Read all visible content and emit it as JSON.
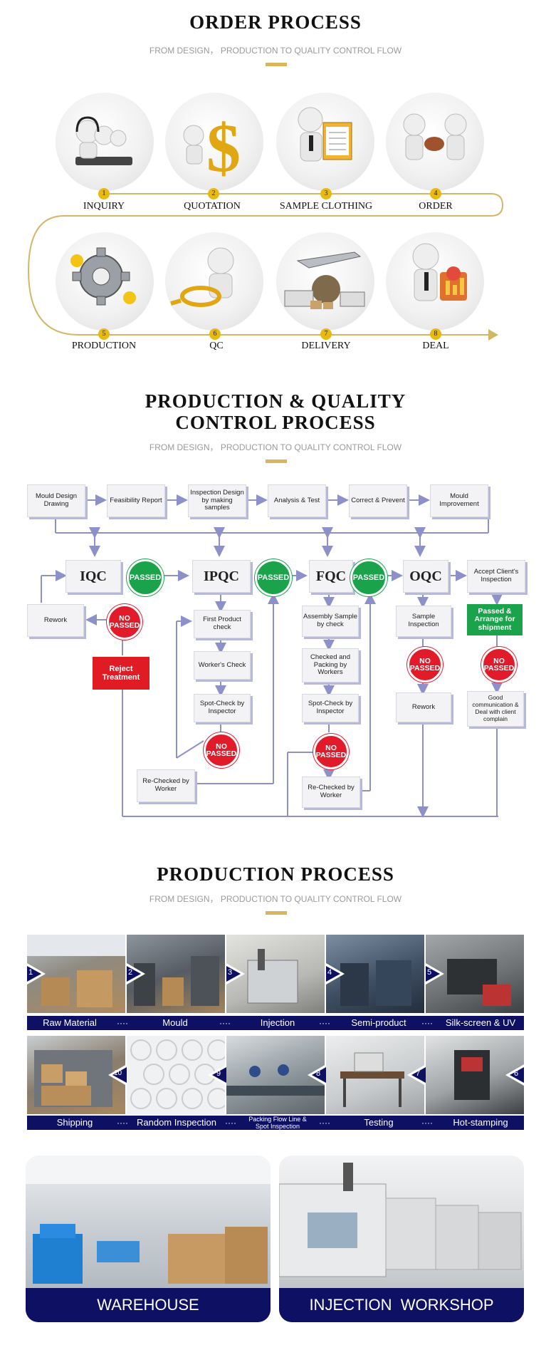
{
  "order": {
    "title": "ORDER PROCESS",
    "subtitle": "FROM DESIGN， PRODUCTION TO QUALITY CONTROL FLOW",
    "steps": [
      {
        "num": "1",
        "label": "INQUIRY",
        "icon": "customer-service-icon"
      },
      {
        "num": "2",
        "label": "QUOTATION",
        "icon": "dollar-icon"
      },
      {
        "num": "3",
        "label": "SAMPLE CLOTHING",
        "icon": "checklist-icon"
      },
      {
        "num": "4",
        "label": "ORDER",
        "icon": "stamp-icon"
      },
      {
        "num": "5",
        "label": "PRODUCTION",
        "icon": "gear-icon"
      },
      {
        "num": "6",
        "label": "QC",
        "icon": "magnifier-icon"
      },
      {
        "num": "7",
        "label": "DELIVERY",
        "icon": "plane-truck-icon"
      },
      {
        "num": "8",
        "label": "DEAL",
        "icon": "target-icon"
      }
    ]
  },
  "qc": {
    "title_line1": "PRODUCTION & QUALITY",
    "title_line2": "CONTROL PROCESS",
    "subtitle": "FROM DESIGN， PRODUCTION TO QUALITY CONTROL FLOW",
    "top_row": [
      "Mould Design Drawing",
      "Feasibility Report",
      "Inspection Design by making samples",
      "Analysis & Test",
      "Correct & Prevent",
      "Mould Improvement"
    ],
    "stages": [
      "IQC",
      "IPQC",
      "FQC",
      "OQC"
    ],
    "accept": "Accept Client's Inspection",
    "passed": "PASSED",
    "no_passed": "NO PASSED",
    "rework": "Rework",
    "reject": "Reject Treatment",
    "ipqc_steps": [
      "First Product check",
      "Worker's Check",
      "Spot-Check by Inspector"
    ],
    "fqc_steps": [
      "Assembly Sample by check",
      "Checked and Packing by Workers",
      "Spot-Check by Inspector"
    ],
    "oqc_steps": [
      "Sample Inspection",
      "Rework"
    ],
    "shipment": "Passed & Arrange for shipment",
    "good_comm": "Good communication & Deal with client complain",
    "rechecked": "Re-Checked by Worker"
  },
  "production": {
    "title": "PRODUCTION PROCESS",
    "subtitle": "FROM DESIGN， PRODUCTION TO QUALITY CONTROL FLOW",
    "row1": [
      {
        "num": "1",
        "label": "Raw Material"
      },
      {
        "num": "2",
        "label": "Mould"
      },
      {
        "num": "3",
        "label": "Injection"
      },
      {
        "num": "4",
        "label": "Semi-product"
      },
      {
        "num": "5",
        "label": "Silk-screen & UV"
      }
    ],
    "row2": [
      {
        "num": "10",
        "label": "Shipping"
      },
      {
        "num": "9",
        "label": "Random Inspection"
      },
      {
        "num": "8",
        "label": "Packing Flow Line & Spot Inspection"
      },
      {
        "num": "7",
        "label": "Testing"
      },
      {
        "num": "6",
        "label": "Hot-stamping"
      }
    ],
    "divider": "····"
  },
  "facilities": [
    {
      "label": "WAREHOUSE"
    },
    {
      "label": "INJECTION  WORKSHOP"
    }
  ],
  "colors": {
    "navy": "#0d1063",
    "gold": "#d9b55e",
    "passed": "#1aa34a",
    "nopass": "#e21b2a",
    "reject": "#e01b24"
  }
}
